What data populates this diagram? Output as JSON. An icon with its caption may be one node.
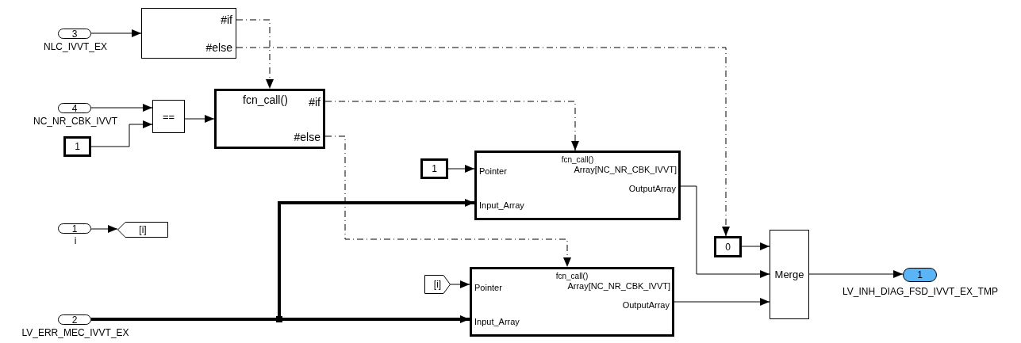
{
  "diagram": {
    "nodes": [
      {
        "text": [
          "3"
        ],
        "beside": [
          "NLC_IVVT_EX"
        ]
      },
      {
        "text": [
          "#if",
          "#else"
        ]
      },
      {
        "text": [
          "4"
        ],
        "beside": [
          "NC_NR_CBK_IVVT"
        ]
      },
      {
        "text": [
          "1"
        ]
      },
      {
        "text": [
          "=="
        ]
      },
      {
        "text": [
          "fcn_call()",
          "#if",
          "#else"
        ]
      },
      {
        "text": [
          "1"
        ]
      },
      {
        "text": [
          "fcn_call()",
          "Pointer",
          "Array[NC_NR_CBK_IVVT]",
          "OutputArray",
          "Input_Array"
        ]
      },
      {
        "text": [
          "1"
        ],
        "beside": [
          "i"
        ]
      },
      {
        "text": [
          "[i]"
        ]
      },
      {
        "text": [
          "[i]"
        ]
      },
      {
        "text": [
          "fcn_call()",
          "Pointer",
          "Array[NC_NR_CBK_IVVT]",
          "OutputArray",
          "Input_Array"
        ]
      },
      {
        "text": [
          "2"
        ],
        "beside": [
          "LV_ERR_MEC_IVVT_EX"
        ]
      },
      {
        "text": [
          "0"
        ]
      },
      {
        "text": [
          "Merge"
        ]
      },
      {
        "text": [
          "1"
        ],
        "beside": [
          "LV_INH_DIAG_FSD_IVVT_EX_TMP"
        ]
      }
    ],
    "edges": [
      {
        "from": 0,
        "to": 1,
        "arrow": "to"
      },
      {
        "from": 1,
        "to": 5,
        "arrow": "to",
        "style": "dashed"
      },
      {
        "from": 1,
        "to": 13,
        "arrow": "to",
        "style": "dashed"
      },
      {
        "from": 2,
        "to": 4,
        "arrow": "to"
      },
      {
        "from": 3,
        "to": 4,
        "arrow": "to"
      },
      {
        "from": 4,
        "to": 5,
        "arrow": "to"
      },
      {
        "from": 5,
        "to": 7,
        "arrow": "to",
        "style": "dashed"
      },
      {
        "from": 5,
        "to": 11,
        "arrow": "to",
        "style": "dashed"
      },
      {
        "from": 6,
        "to": 7,
        "arrow": "to"
      },
      {
        "from": 12,
        "to": 7,
        "arrow": "to",
        "style": "thick"
      },
      {
        "from": 12,
        "to": 11,
        "arrow": "to",
        "style": "thick"
      },
      {
        "from": 7,
        "to": 14,
        "arrow": "to"
      },
      {
        "from": 8,
        "to": 9,
        "arrow": "to"
      },
      {
        "from": 10,
        "to": 11,
        "arrow": "to"
      },
      {
        "from": 11,
        "to": 14,
        "arrow": "to"
      },
      {
        "from": 13,
        "to": 14,
        "arrow": "to"
      },
      {
        "from": 14,
        "to": 15,
        "arrow": "to"
      }
    ]
  }
}
